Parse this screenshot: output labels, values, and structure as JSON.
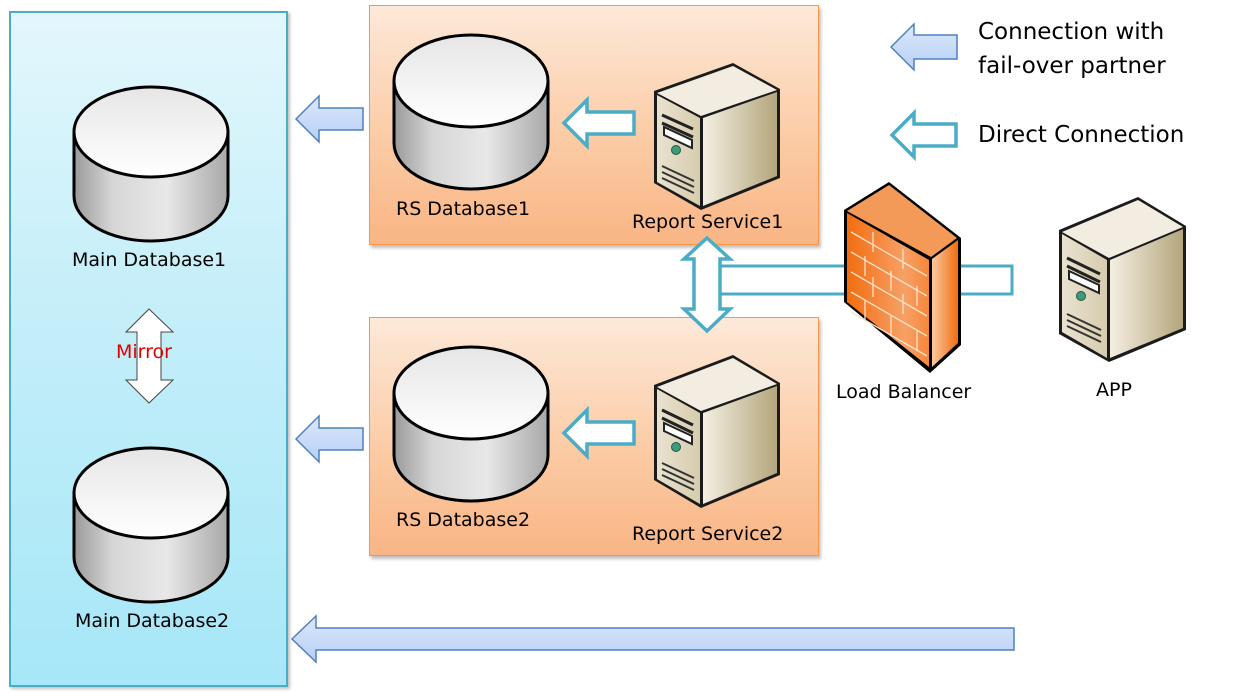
{
  "legend": {
    "failover": {
      "line1": "Connection with",
      "line2": "fail-over partner",
      "arrow_color": "#c6d9f1",
      "arrow_stroke": "#4f81bd"
    },
    "direct": {
      "label": "Direct Connection",
      "arrow_stroke": "#4bacc6"
    }
  },
  "main_group": {
    "db1_label": "Main Database1",
    "db2_label": "Main Database2",
    "mirror_label": "Mirror"
  },
  "rs_group1": {
    "db_label": "RS Database1",
    "service_label": "Report Service1"
  },
  "rs_group2": {
    "db_label": "RS Database2",
    "service_label": "Report Service2"
  },
  "load_balancer": {
    "label": "Load Balancer"
  },
  "app": {
    "label": "APP"
  }
}
